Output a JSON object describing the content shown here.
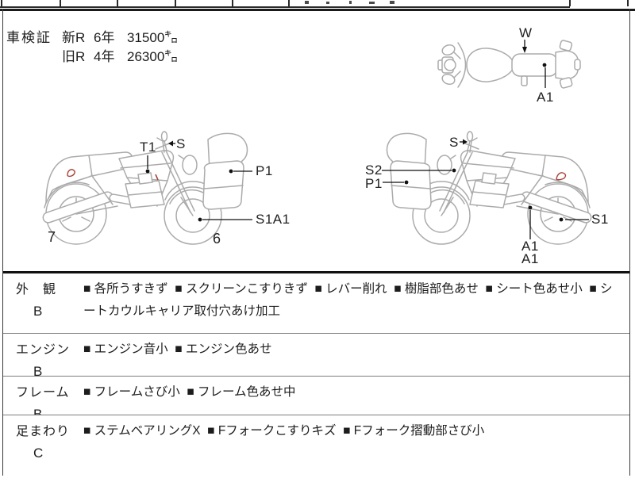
{
  "shaken": {
    "label": "車検証",
    "rows": [
      {
        "prefix": "新R",
        "years": "6年",
        "distance": "31500㌔"
      },
      {
        "prefix": "旧R",
        "years": "4年",
        "distance": "26300㌔"
      }
    ]
  },
  "diagrams": {
    "top_view": {
      "w": "W",
      "a1": "A1"
    },
    "left_bike": {
      "t1": "T1",
      "s": "S",
      "p1": "P1",
      "s1a1": "S1A1",
      "rear_num": "7",
      "front_num": "6"
    },
    "right_bike": {
      "s": "S",
      "s2": "S2",
      "p1": "P1",
      "a1_upper": "A1",
      "a1_lower": "A1",
      "s1": "S1"
    }
  },
  "inspection_table": {
    "bullet": "■",
    "rows": [
      {
        "category": "外　観",
        "grade": "B",
        "items": [
          "各所うすきず",
          "スクリーンこすりきず",
          "レバー削れ",
          "樹脂部色あせ",
          "シート色あせ小",
          "シートカウルキャリア取付穴あけ加工"
        ]
      },
      {
        "category": "エンジン",
        "grade": "B",
        "items": [
          "エンジン音小",
          "エンジン色あせ"
        ]
      },
      {
        "category": "フレーム",
        "grade": "B",
        "items": [
          "フレームさび小",
          "フレーム色あせ中"
        ]
      },
      {
        "category": "足まわり",
        "grade": "C",
        "items": [
          "ステムベアリングX",
          "Fフォークこすりキズ",
          "Fフォーク摺動部さび小"
        ]
      }
    ]
  },
  "colors": {
    "line_art": "#ababab",
    "damage_red": "#a94438",
    "border_dark": "#1a1a1a",
    "separator_gray": "#7d7d7d"
  }
}
